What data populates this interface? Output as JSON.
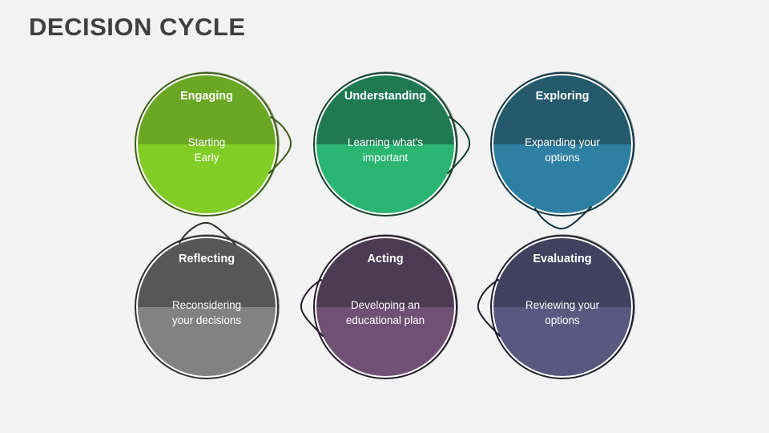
{
  "slide": {
    "title": "DECISION CYCLE",
    "background_color": "#f2f2f2",
    "title_color": "#3f3f3f"
  },
  "diagram": {
    "type": "cycle",
    "shape": "circle-with-pointer",
    "node_count": 6,
    "nodes": [
      {
        "id": "engaging",
        "title": "Engaging",
        "description": "Starting\nEarly",
        "description_line1": "Starting",
        "description_line2": "Early",
        "top_color": "#6aa722",
        "bottom_color": "#82cc26",
        "outline_color": "#3f5c17",
        "pointer": "right",
        "row": 1,
        "column": 1
      },
      {
        "id": "understanding",
        "title": "Understanding",
        "description": "Learning what’s important",
        "description_line1": "Learning what’s",
        "description_line2": "important",
        "top_color": "#1f7a52",
        "bottom_color": "#2bb573",
        "outline_color": "#14412c",
        "pointer": "right",
        "row": 1,
        "column": 2
      },
      {
        "id": "exploring",
        "title": "Exploring",
        "description": "Expanding your options",
        "description_line1": "Expanding your",
        "description_line2": "options",
        "top_color": "#245a6b",
        "bottom_color": "#2e80a3",
        "outline_color": "#123440",
        "pointer": "bottom",
        "row": 1,
        "column": 3
      },
      {
        "id": "reflecting",
        "title": "Reflecting",
        "description": "Reconsidering your decisions",
        "description_line1": "Reconsidering",
        "description_line2": "your decisions",
        "top_color": "#575757",
        "bottom_color": "#828282",
        "outline_color": "#2e2e2e",
        "pointer": "top",
        "row": 2,
        "column": 1
      },
      {
        "id": "acting",
        "title": "Acting",
        "description": "Developing an educational plan",
        "description_line1": "Developing an",
        "description_line2": "educational plan",
        "top_color": "#4d3b54",
        "bottom_color": "#715076",
        "outline_color": "#241a28",
        "pointer": "left",
        "row": 2,
        "column": 2
      },
      {
        "id": "evaluating",
        "title": "Evaluating",
        "description": "Reviewing your options",
        "description_line1": "Reviewing your",
        "description_line2": "options",
        "top_color": "#42415f",
        "bottom_color": "#5a5880",
        "outline_color": "#1e1d2c",
        "pointer": "left",
        "row": 2,
        "column": 3
      }
    ]
  }
}
